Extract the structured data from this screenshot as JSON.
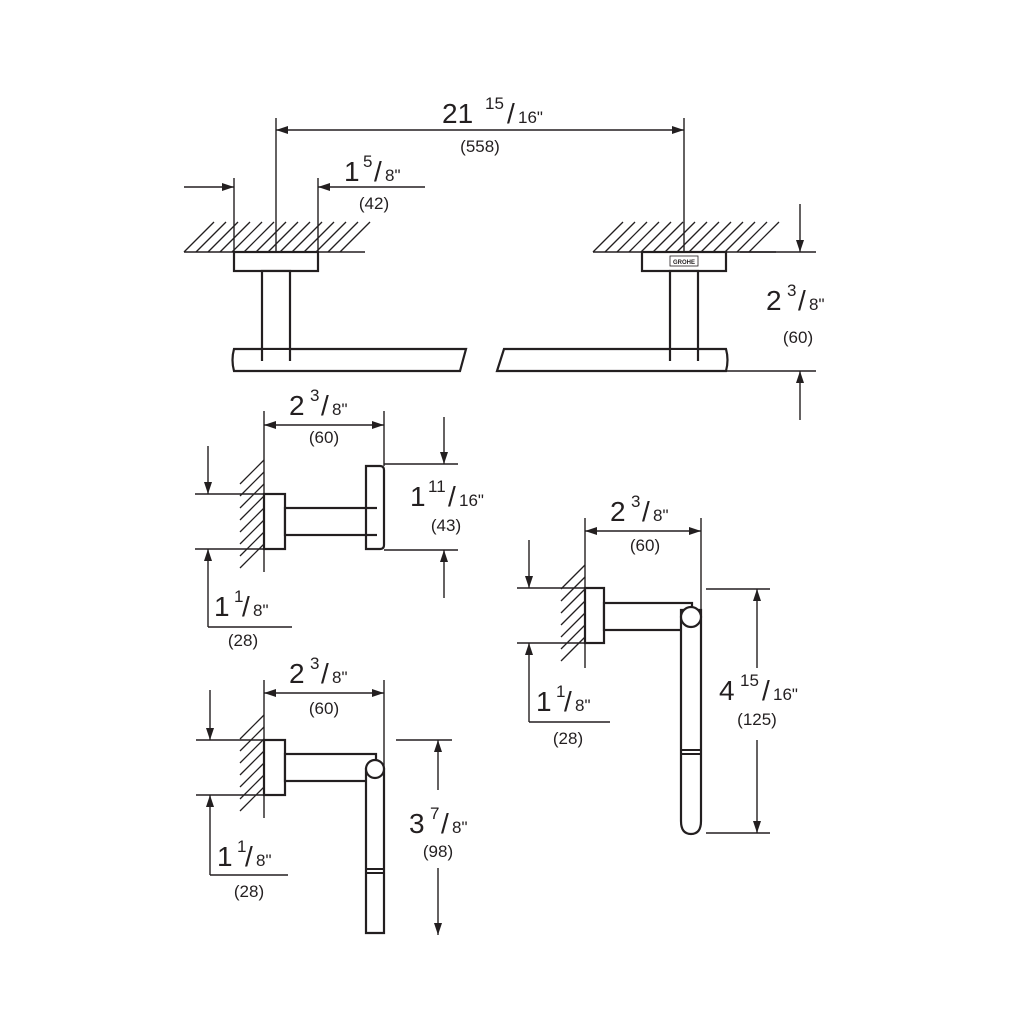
{
  "colors": {
    "line": "#231f20",
    "background": "#ffffff"
  },
  "dimensions": {
    "overall_width": {
      "whole": "21",
      "num": "15",
      "den": "16\"",
      "mm": "(558)"
    },
    "flange": {
      "whole": "1",
      "num": "5",
      "den": "8\"",
      "mm": "(42)"
    },
    "projection_top": {
      "whole": "2",
      "num": "3",
      "den": "8\"",
      "mm": "(60)"
    },
    "hook_projection": {
      "whole": "2",
      "num": "3",
      "den": "8\"",
      "mm": "(60)"
    },
    "hook_height": {
      "whole": "1",
      "num": "11",
      "den": "16\"",
      "mm": "(43)"
    },
    "hook_base": {
      "whole": "1",
      "num": "1",
      "den": "8\"",
      "mm": "(28)"
    },
    "holder_projection": {
      "whole": "2",
      "num": "3",
      "den": "8\"",
      "mm": "(60)"
    },
    "holder_length": {
      "whole": "4",
      "num": "15",
      "den": "16\"",
      "mm": "(125)"
    },
    "holder_base": {
      "whole": "1",
      "num": "1",
      "den": "8\"",
      "mm": "(28)"
    },
    "paper_projection": {
      "whole": "2",
      "num": "3",
      "den": "8\"",
      "mm": "(60)"
    },
    "paper_length": {
      "whole": "3",
      "num": "7",
      "den": "8\"",
      "mm": "(98)"
    },
    "paper_base": {
      "whole": "1",
      "num": "1",
      "den": "8\"",
      "mm": "(28)"
    }
  },
  "logo_text": "GROHE"
}
